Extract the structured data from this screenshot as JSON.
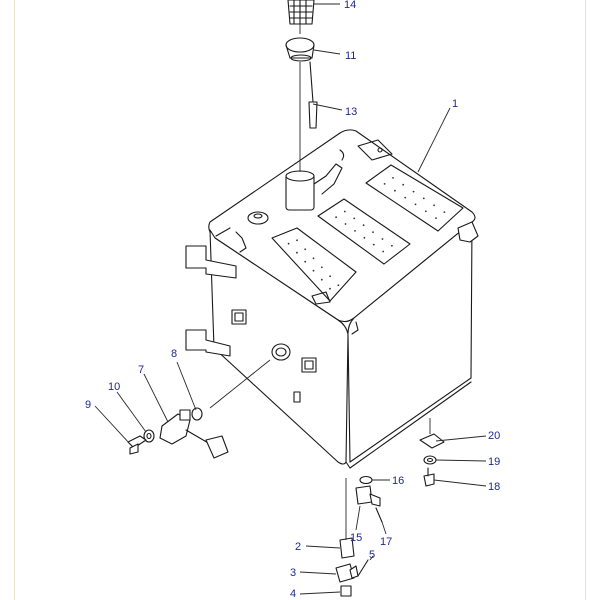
{
  "callouts": {
    "c1": "1",
    "c2": "2",
    "c3": "3",
    "c4": "4",
    "c5": "5",
    "c7": "7",
    "c8": "8",
    "c9": "9",
    "c10": "10",
    "c11": "11",
    "c13": "13",
    "c14": "14",
    "c15": "15",
    "c16": "16",
    "c17": "17",
    "c18": "18",
    "c19": "19",
    "c20": "20"
  },
  "colors": {
    "callout_text": "#1e2a8c",
    "line": "#1a1a1a",
    "frame": "#e8e2c8"
  }
}
